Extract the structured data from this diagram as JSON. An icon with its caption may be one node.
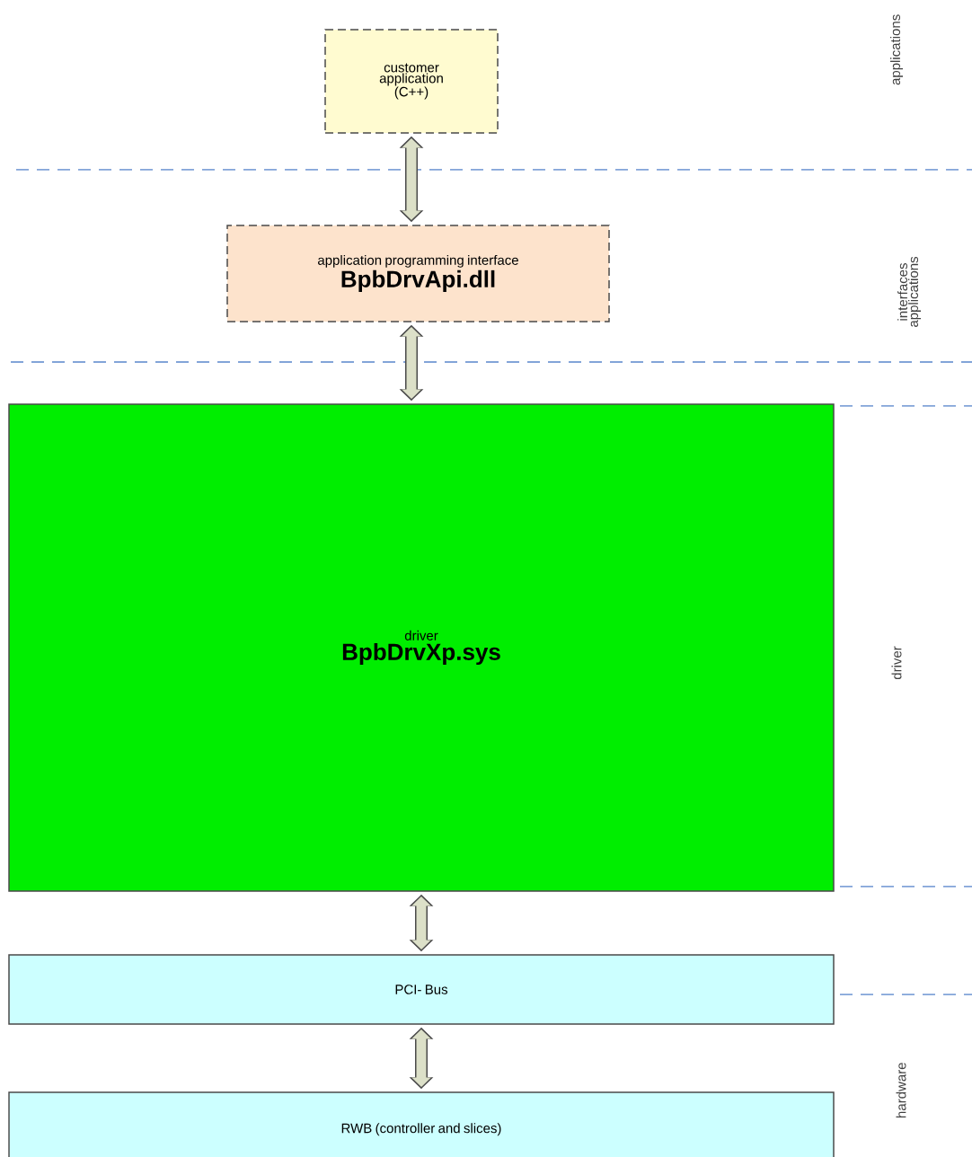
{
  "diagram": {
    "nodes": [
      {
        "text": [
          "customer application (C++)"
        ]
      },
      {
        "text": [
          "application programming interface",
          "BpbDrvApi.dll"
        ]
      },
      {
        "text": [
          "driver",
          "BpbDrvXp.sys"
        ]
      },
      {
        "text": [
          "PCI- Bus"
        ]
      },
      {
        "text": [
          "RWB (controller and slices)"
        ]
      }
    ],
    "edges": [
      {
        "from": 0,
        "to": 1,
        "arrow": "both"
      },
      {
        "from": 1,
        "to": 2,
        "arrow": "both"
      },
      {
        "from": 2,
        "to": 3,
        "arrow": "both"
      },
      {
        "from": 3,
        "to": 4,
        "arrow": "both"
      }
    ],
    "labels": [
      "applications",
      "interfaces applications",
      "driver",
      "hardware"
    ]
  }
}
